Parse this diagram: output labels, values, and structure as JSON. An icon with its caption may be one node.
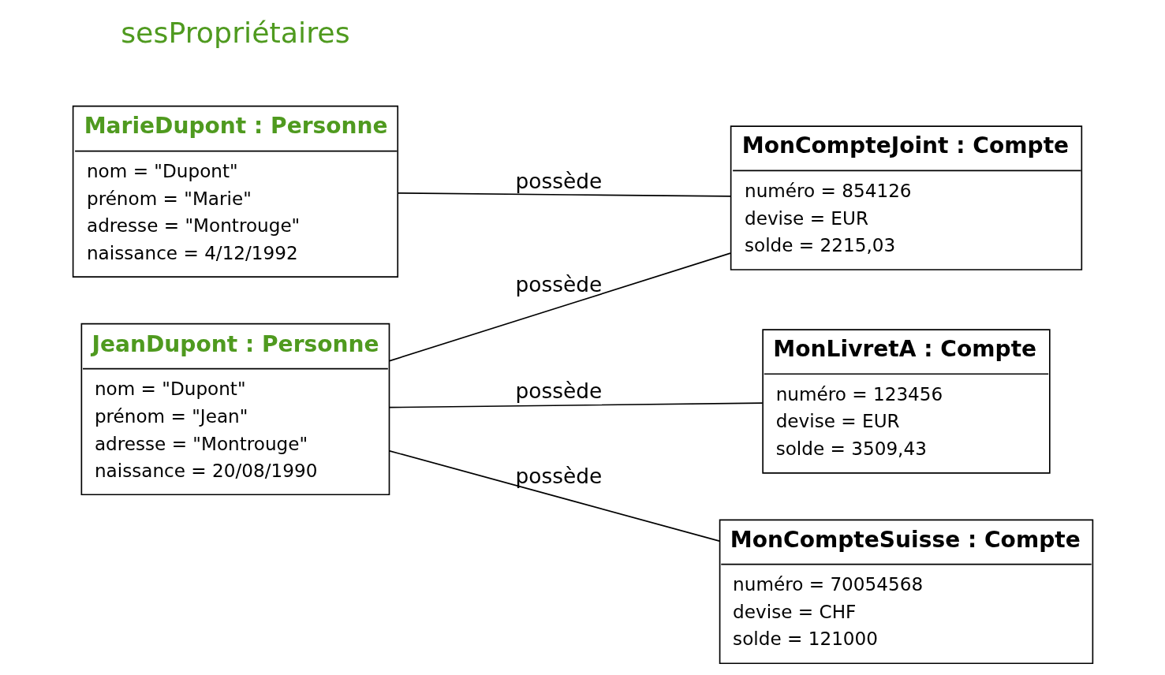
{
  "diagram": {
    "nodes": [
      {
        "text": [
          "MarieDupont : Personne",
          "nom = \"Dupont\"",
          "prénom = \"Marie\"",
          "adresse = \"Montrouge\"",
          "naissance = 4/12/1992"
        ]
      },
      {
        "text": [
          "JeanDupont : Personne",
          "nom = \"Dupont\"",
          "prénom = \"Jean\"",
          "adresse = \"Montrouge\"",
          "naissance = 20/08/1990"
        ]
      },
      {
        "text": [
          "MonCompteJoint : Compte",
          "numéro = 854126",
          "devise = EUR",
          "solde = 2215,03"
        ]
      },
      {
        "text": [
          "MonLivretA : Compte",
          "numéro = 123456",
          "devise = EUR",
          "solde = 3509,43"
        ]
      },
      {
        "text": [
          "MonCompteSuisse : Compte",
          "numéro = 70054568",
          "devise = CHF",
          "solde = 121000"
        ]
      }
    ],
    "edges": [
      {
        "from": 0,
        "to": 2,
        "arrow": "none",
        "label": "possède"
      },
      {
        "from": 1,
        "to": 2,
        "arrow": "none",
        "label": "possède"
      },
      {
        "from": 1,
        "to": 3,
        "arrow": "none",
        "label": "possède"
      },
      {
        "from": 1,
        "to": 4,
        "arrow": "none",
        "label": "possède"
      }
    ],
    "labels": [
      "sesPropriétaires"
    ]
  }
}
